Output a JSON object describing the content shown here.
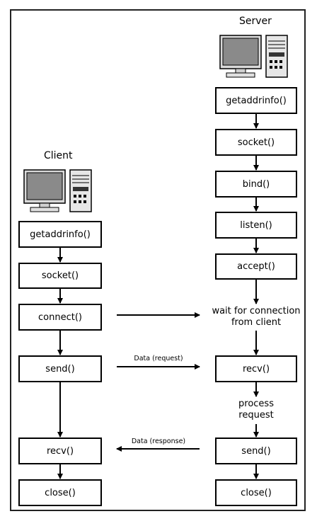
{
  "server": {
    "label": "Server",
    "steps": [
      "getaddrinfo()",
      "socket()",
      "bind()",
      "listen()",
      "accept()"
    ],
    "wait": [
      "wait for connection",
      "from client"
    ],
    "recv": "recv()",
    "process": [
      "process",
      "request"
    ],
    "send": "send()",
    "close": "close()"
  },
  "client": {
    "label": "Client",
    "steps": [
      "getaddrinfo()",
      "socket()",
      "connect()",
      "send()",
      "recv()",
      "close()"
    ]
  },
  "messages": {
    "request": "Data (request)",
    "response": "Data (response)"
  },
  "icons": {
    "computer": "computer-icon"
  }
}
